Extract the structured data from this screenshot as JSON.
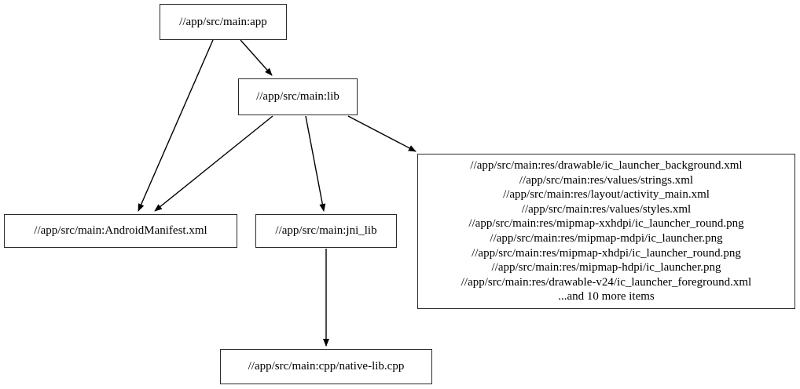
{
  "graph": {
    "type": "directed-dependency-graph",
    "background_color": "#ffffff",
    "node_border_color": "#2b2b2b",
    "edge_color": "#000000",
    "text_color": "#000000",
    "nodes": [
      {
        "id": "app",
        "label": "//app/src/main:app"
      },
      {
        "id": "lib",
        "label": "//app/src/main:lib"
      },
      {
        "id": "manifest",
        "label": "//app/src/main:AndroidManifest.xml"
      },
      {
        "id": "jni_lib",
        "label": "//app/src/main:jni_lib"
      },
      {
        "id": "native_lib",
        "label": "//app/src/main:cpp/native-lib.cpp"
      }
    ],
    "res_group": {
      "id": "res_list",
      "lines": [
        "//app/src/main:res/drawable/ic_launcher_background.xml",
        "//app/src/main:res/values/strings.xml",
        "//app/src/main:res/layout/activity_main.xml",
        "//app/src/main:res/values/styles.xml",
        "//app/src/main:res/mipmap-xxhdpi/ic_launcher_round.png",
        "//app/src/main:res/mipmap-mdpi/ic_launcher.png",
        "//app/src/main:res/mipmap-xhdpi/ic_launcher_round.png",
        "//app/src/main:res/mipmap-hdpi/ic_launcher.png",
        "//app/src/main:res/drawable-v24/ic_launcher_foreground.xml",
        "...and 10 more items"
      ],
      "overflow_label": "...and 10 more items",
      "overflow_count": 10
    },
    "edges": [
      {
        "from": "app",
        "to": "manifest"
      },
      {
        "from": "app",
        "to": "lib"
      },
      {
        "from": "lib",
        "to": "manifest"
      },
      {
        "from": "lib",
        "to": "jni_lib"
      },
      {
        "from": "lib",
        "to": "res_list"
      },
      {
        "from": "jni_lib",
        "to": "native_lib"
      }
    ]
  }
}
